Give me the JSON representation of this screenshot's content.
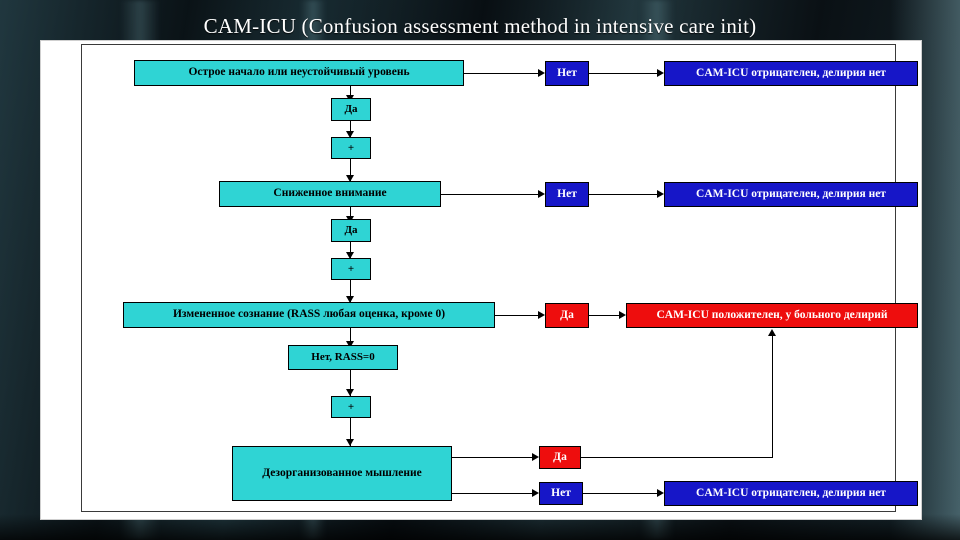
{
  "slide": {
    "title": "CAM-ICU (Confusion assessment method in intensive care init)"
  },
  "diagram": {
    "criteria": [
      {
        "id": "acute-onset",
        "label": "Острое начало или неустойчивый уровень"
      },
      {
        "id": "inattention",
        "label": "Сниженное внимание"
      },
      {
        "id": "altered-consciousness",
        "label": "Измененное сознание (RASS любая оценка, кроме 0)"
      },
      {
        "id": "disorganized-thinking",
        "label": "Дезорганизованное мышление"
      }
    ],
    "answers": {
      "yes": "Да",
      "no": "Нет",
      "plus": "+",
      "no_rass0": "Нет, RASS=0"
    },
    "outcomes": {
      "negative": "CAM-ICU отрицателен, делирия нет",
      "positive": "CAM-ICU положителен, у больного делирий"
    }
  }
}
